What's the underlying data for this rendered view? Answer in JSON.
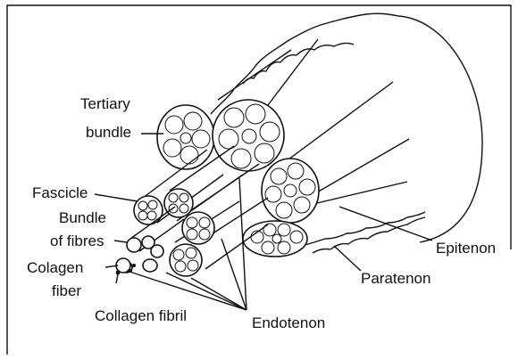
{
  "labels": {
    "tertiary_bundle_line1": "Tertiary",
    "tertiary_bundle_line2": "bundle",
    "fascicle": "Fascicle",
    "bundle_of_fibres_line1": "Bundle",
    "bundle_of_fibres_line2": "of fibres",
    "colagen_fiber_line1": "Colagen",
    "colagen_fiber_line2": "fiber",
    "collagen_fibril": "Collagen fibril",
    "endotenon": "Endotenon",
    "paratenon": "Paratenon",
    "epitenon": "Epitenon"
  },
  "colors": {
    "ink": "#111111",
    "background": "#ffffff"
  }
}
